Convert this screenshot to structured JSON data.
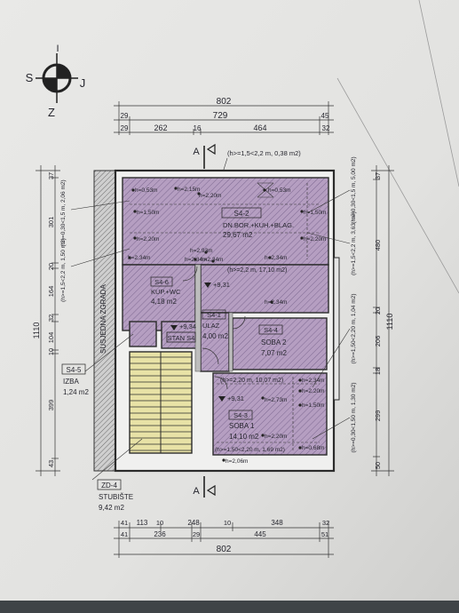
{
  "compass": {
    "north": "I",
    "west": "S",
    "east": "J",
    "south": "Z"
  },
  "section_marks": {
    "top": "A",
    "bottom": "A"
  },
  "dims_top": {
    "overall": "802",
    "inner": "729",
    "side_left": "29",
    "side_right": "45",
    "segments": [
      "29",
      "262",
      "16",
      "464",
      "32"
    ]
  },
  "dims_bottom": {
    "row1": [
      "41",
      "113",
      "10",
      "248",
      "10",
      "348",
      "32"
    ],
    "row2": [
      "41",
      "236",
      "29",
      "445",
      "51"
    ],
    "overall": "802"
  },
  "dims_left": {
    "overall": "1110",
    "segments": [
      "37",
      "301",
      "20",
      "164",
      "32",
      "104",
      "10",
      "399",
      "43"
    ]
  },
  "dims_right": {
    "overall": "1110",
    "segments": [
      "37",
      "480",
      "20",
      "206",
      "18",
      "299",
      "50"
    ]
  },
  "side_notes": {
    "left_top": "(h>=0,30<1,5 m, 2,06 m2)",
    "left_mid": "(h>=1,5<2,2 m, 1,50 m2)",
    "right_top": "(h>=0,30<1,5 m, 5,00 m2)",
    "right_upper": "(h>=1,5<2,2 m, 3,63 m2)",
    "right_mid": "(h>=1,50<2,20 m, 1,04 m2)",
    "right_low": "(h>=0,30<1,50 m, 1,30 m2)",
    "top_note": "(h>=1,5<2,2 m, 0,38 m2)"
  },
  "neighbor_label": "SUSJEDNA ZGRADA",
  "rooms": {
    "s4_2": {
      "code": "S4-2",
      "name": "DN.BOR.+KUH.+BLAG.",
      "area": "29,67 m2",
      "sub_note": "(h>=2,2 m, 17,10 m2)"
    },
    "s4_6": {
      "code": "S4-6",
      "name": "KUP.+WC",
      "area": "4,18 m2"
    },
    "s4_1": {
      "code": "S4-1",
      "name": "ULAZ",
      "area": "4,00 m2"
    },
    "s4_4": {
      "code": "S4-4",
      "name": "SOBA 2",
      "area": "7,07 m2"
    },
    "s4_3": {
      "code": "S4-3",
      "name": "SOBA 1",
      "area": "14,10 m2",
      "sub_note_top": "(h>=2,20 m, 10,07 m2)",
      "sub_note_bottom": "(h>=1,50<2,20 m, 1,69 m2)"
    },
    "s4_5": {
      "code": "S4-5",
      "name": "IZBA",
      "area": "1,24 m2"
    },
    "zd_4": {
      "code": "ZD-4",
      "name": "STUBIŠTE",
      "area": "9,42 m2"
    },
    "stan": {
      "code": "STAN S4"
    }
  },
  "heights": {
    "h053a": "h=0,53m",
    "h215": "h=2,15m",
    "h220a": "h=2,20m",
    "h053b": "h=0,53m",
    "h150a": "h=1,50m",
    "h150b": "h=1,50m",
    "h220b": "h=2,20m",
    "h220c": "h=2,20m",
    "h234a": "h=2,34m",
    "h293": "h=2,93m",
    "h234b": "h=2,34m",
    "h234c": "h=2,34m",
    "h234d": "h=2,34m",
    "h234e": "h=2,34m",
    "h234f": "h=2,34m",
    "h220d": "h=2,20m",
    "h273": "h=2,73m",
    "h150c": "h=1,50m",
    "h220e": "h=2,20m",
    "h068": "h=0,68m",
    "h206": "h=2,06m"
  },
  "levels": {
    "l1": "+9,31",
    "l2": "+9,34",
    "l3": "+9,31"
  }
}
